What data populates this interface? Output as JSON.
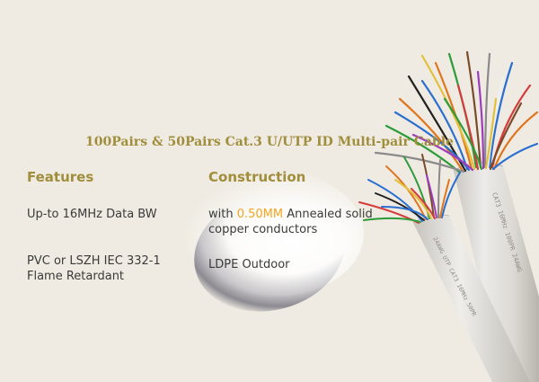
{
  "title": "100Pairs & 50Pairs Cat.3 U/UTP ID Multi-pair Cable",
  "features": {
    "heading": "Features",
    "items": [
      {
        "line1": "Up-to 16MHz Data BW",
        "line2": ""
      },
      {
        "line1": "PVC or LSZH IEC 332-1",
        "line2": "Flame Retardant"
      }
    ]
  },
  "construction": {
    "heading": "Construction",
    "item1": {
      "prefix": "with ",
      "highlight": "0.50MM",
      "suffix": " Annealed solid",
      "line2": "copper conductors"
    },
    "item2": "LDPE Outdoor"
  },
  "cable_print": {
    "large": "CAT3 16MHz 100PR 24AWG",
    "small": "24AWG UTP CAT3 16MHz 50PR"
  },
  "colors": {
    "background": "#efebe2",
    "heading": "#a08e3c",
    "body_text": "#3a3a3a",
    "highlight": "#f2a51d",
    "sheath": "#dedbd5"
  }
}
